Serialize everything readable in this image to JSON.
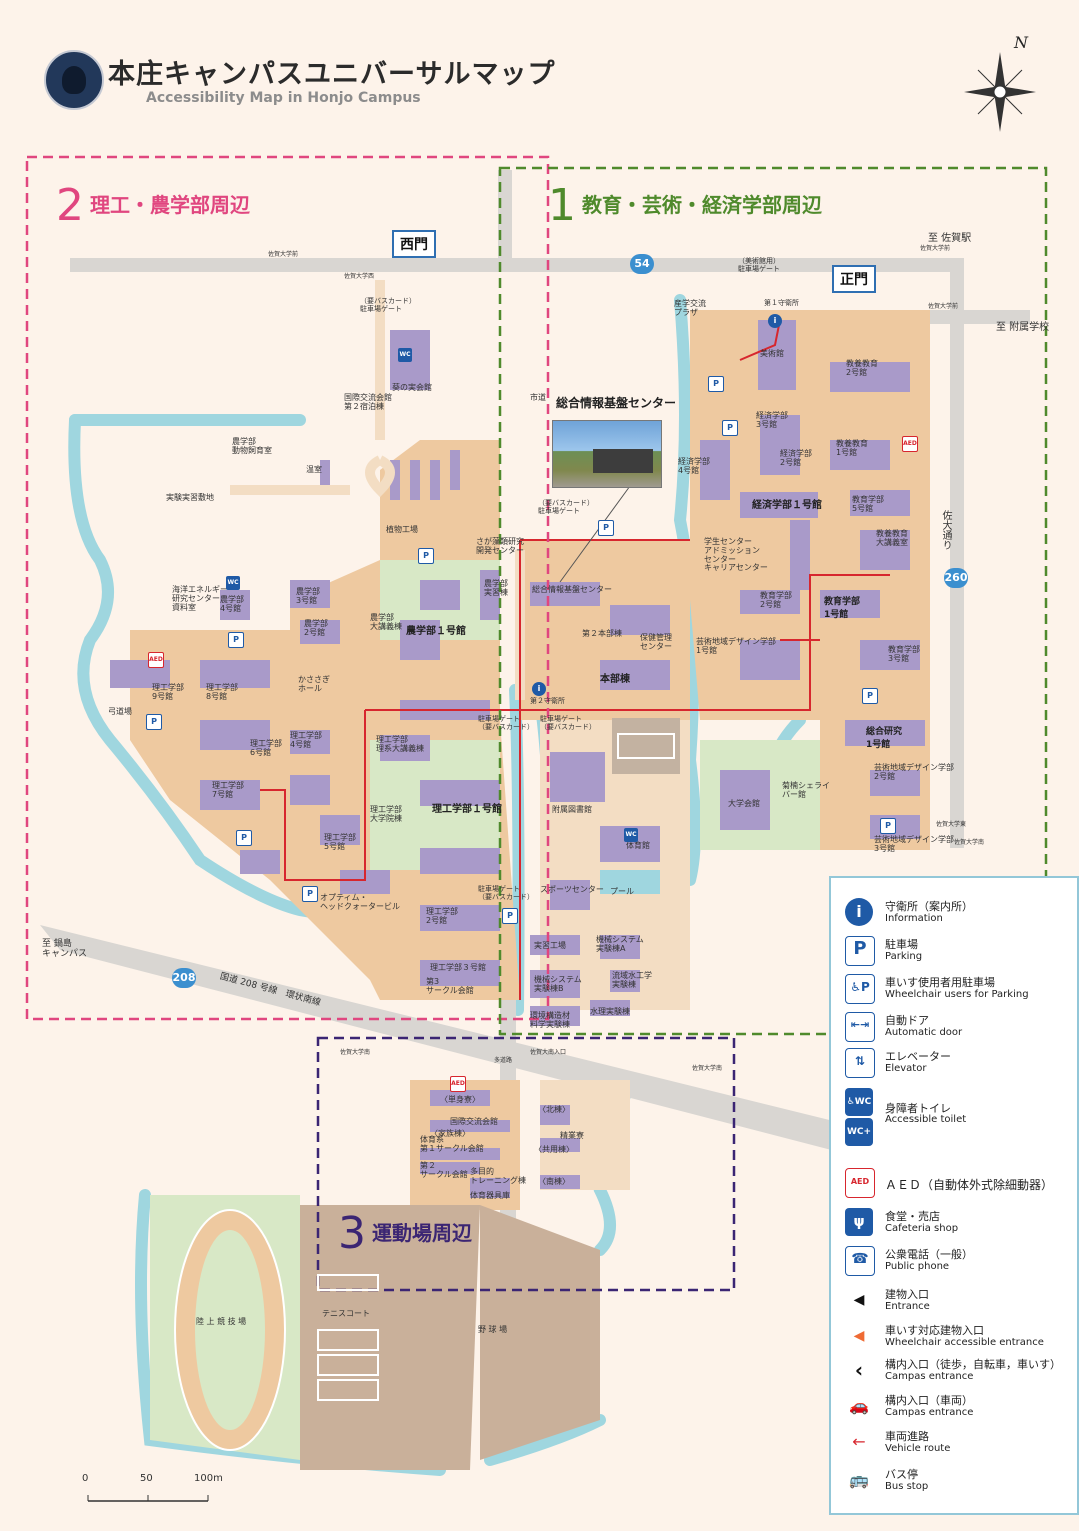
{
  "header": {
    "title_ja": "本庄キャンパスユニバーサルマップ",
    "title_en": "Accessibility Map in Honjo Campus",
    "north": "N"
  },
  "zones": [
    {
      "number": "1",
      "label": "教育・芸術・経済学部周辺",
      "color": "#4f8a2c"
    },
    {
      "number": "2",
      "label": "理工・農学部周辺",
      "color": "#e0467f"
    },
    {
      "number": "3",
      "label": "運動場周辺",
      "color": "#3b2573"
    }
  ],
  "gates": {
    "west": "西門",
    "main": "正門"
  },
  "routes": {
    "r54": "54",
    "r260": "260",
    "r208": "208"
  },
  "photo_caption": "総合情報基盤センター",
  "directions": {
    "saga_station": "至 佐賀駅",
    "fuzoku": "至 附属学校",
    "nabeshima": "至 鍋島\nキャンパス",
    "kokudo": "国道 208 号線　環状南線",
    "sadai_dori": "佐大通り"
  },
  "buildings": [
    {
      "id": "bijutsukan",
      "label": "美術館"
    },
    {
      "id": "sangaku",
      "label": "産学交流\nプラザ"
    },
    {
      "id": "kyoiku2",
      "label": "教養教育\n2号館"
    },
    {
      "id": "keizai3",
      "label": "経済学部\n3号館"
    },
    {
      "id": "keizai2",
      "label": "経済学部\n2号館"
    },
    {
      "id": "keizai4",
      "label": "経済学部\n4号館"
    },
    {
      "id": "keizai1",
      "label": "経済学部１号館"
    },
    {
      "id": "kyoiku1b",
      "label": "教養教育\n1号館"
    },
    {
      "id": "kyoiku5",
      "label": "教育学部\n5号館"
    },
    {
      "id": "gakusei",
      "label": "学生センター\nアドミッション\nセンター\nキャリアセンター"
    },
    {
      "id": "daikougi",
      "label": "教養教育\n大講義室"
    },
    {
      "id": "kyoiku2g",
      "label": "教育学部\n2号館"
    },
    {
      "id": "kyoiku1",
      "label": "教育学部\n1号館"
    },
    {
      "id": "kyoiku3",
      "label": "教育学部\n3号館"
    },
    {
      "id": "geijutsu1",
      "label": "芸術地域デザイン学部\n1号館"
    },
    {
      "id": "honbu",
      "label": "本部棟"
    },
    {
      "id": "hoken",
      "label": "保健管理\nセンター"
    },
    {
      "id": "honbu2",
      "label": "第２本部棟"
    },
    {
      "id": "sogo",
      "label": "総合情報基盤センター"
    },
    {
      "id": "sogokenkyu",
      "label": "総合研究\n1号館"
    },
    {
      "id": "geijutsu2",
      "label": "芸術地域デザイン学部\n2号館"
    },
    {
      "id": "geijutsu3",
      "label": "芸術地域デザイン学部\n3号館"
    },
    {
      "id": "daigakukaikan",
      "label": "大学会館"
    },
    {
      "id": "kikuyo",
      "label": "菊楠シェライ\nバー館"
    },
    {
      "id": "fuzokutoshokan",
      "label": "附属図書館"
    },
    {
      "id": "taiikukan",
      "label": "体育館"
    },
    {
      "id": "pool",
      "label": "プール"
    },
    {
      "id": "sports",
      "label": "スポーツセンター"
    },
    {
      "id": "jisshu",
      "label": "実習工場"
    },
    {
      "id": "kikai_a",
      "label": "機械システム\n実験棟A"
    },
    {
      "id": "kikai_b",
      "label": "機械システム\n実験棟B"
    },
    {
      "id": "ryuiki",
      "label": "流域水工学\n実験棟"
    },
    {
      "id": "suiri",
      "label": "水理実験棟"
    },
    {
      "id": "kankyo",
      "label": "環境構造材\n料学実験棟"
    },
    {
      "id": "nougaku1",
      "label": "農学部１号館"
    },
    {
      "id": "nougaku_dk",
      "label": "農学部\n大講義棟"
    },
    {
      "id": "nougaku3",
      "label": "農学部\n3号館"
    },
    {
      "id": "nougaku4",
      "label": "農学部\n4号館"
    },
    {
      "id": "nougaku2",
      "label": "農学部\n2号館"
    },
    {
      "id": "nougaku_jisshu",
      "label": "農学部\n実習棟"
    },
    {
      "id": "doubutsu",
      "label": "農学部\n動物飼育室"
    },
    {
      "id": "onshitsu",
      "label": "温室"
    },
    {
      "id": "jikken",
      "label": "実験実習敷地"
    },
    {
      "id": "shokubutsu",
      "label": "植物工場"
    },
    {
      "id": "saga_sakura",
      "label": "さが藻類研究\n開発センター"
    },
    {
      "id": "kaiyo",
      "label": "海洋エネルギー\n研究センター\n資料室"
    },
    {
      "id": "kasasagi",
      "label": "かささぎ\nホール"
    },
    {
      "id": "riko1",
      "label": "理工学部１号館"
    },
    {
      "id": "riko2",
      "label": "理工学部\n2号館"
    },
    {
      "id": "riko3",
      "label": "理工学部３号館"
    },
    {
      "id": "riko4",
      "label": "理工学部\n4号館"
    },
    {
      "id": "riko5",
      "label": "理工学部\n5号館"
    },
    {
      "id": "riko6",
      "label": "理工学部\n6号館"
    },
    {
      "id": "riko7",
      "label": "理工学部\n7号館"
    },
    {
      "id": "riko8",
      "label": "理工学部\n8号館"
    },
    {
      "id": "riko9",
      "label": "理工学部\n9号館"
    },
    {
      "id": "riko_daikougi",
      "label": "理工学部\n理系大講義棟"
    },
    {
      "id": "riko_daigakuin",
      "label": "理工学部\n大学院棟"
    },
    {
      "id": "yumi",
      "label": "弓道場"
    },
    {
      "id": "optima",
      "label": "オプティム・\nヘッドクォータービル"
    },
    {
      "id": "circle3",
      "label": "第3\nサークル会館"
    },
    {
      "id": "kokusai2",
      "label": "国際交流会館\n第２宿泊棟"
    },
    {
      "id": "aoi",
      "label": "葵の実会館"
    },
    {
      "id": "shijo",
      "label": "市道"
    },
    {
      "id": "rikujo",
      "label": "陸 上 競 技 場"
    },
    {
      "id": "tennis",
      "label": "テニスコート"
    },
    {
      "id": "yakyu",
      "label": "野 球 場"
    },
    {
      "id": "kokusai_kaikan",
      "label": "国際交流会館"
    },
    {
      "id": "circle1",
      "label": "体育系\n第１サークル会館"
    },
    {
      "id": "circle2",
      "label": "第２\nサークル会館"
    },
    {
      "id": "tamokuteki",
      "label": "多目的\nトレーニング棟"
    },
    {
      "id": "taiiku_kiguko",
      "label": "体育器具庫"
    },
    {
      "id": "shoyo",
      "label": "〈北棟〉"
    },
    {
      "id": "seiryo",
      "label": "精業寮"
    },
    {
      "id": "kyoyo",
      "label": "〈共用棟〉"
    },
    {
      "id": "nanto",
      "label": "〈南棟〉"
    },
    {
      "id": "fuminto",
      "label": "〈単身寮〉"
    },
    {
      "id": "kazokuto",
      "label": "〈家族棟〉"
    }
  ],
  "small_labels": [
    {
      "id": "shueisho1",
      "label": "第１守衛所"
    },
    {
      "id": "shueisho2",
      "label": "第２守衛所"
    },
    {
      "id": "art_gate",
      "label": "（美術館用）\n駐車場ゲート"
    },
    {
      "id": "west_gate_parking",
      "label": "（要バスカード）\n駐車場ゲート"
    },
    {
      "id": "gate2",
      "label": "（要バスカード）\n駐車場ゲート"
    },
    {
      "id": "gate3",
      "label": "駐車場ゲート\n（要バスカード）"
    },
    {
      "id": "gate4",
      "label": "駐車場ゲート\n（要バスカード）"
    },
    {
      "id": "gate5",
      "label": "駐車場ゲート\n（要バスカード）"
    },
    {
      "id": "bus_west",
      "label": "佐賀大学西"
    },
    {
      "id": "bus_kita",
      "label": "佐賀大学前"
    },
    {
      "id": "bus_higashi",
      "label": "佐賀大学前"
    },
    {
      "id": "bus_higashi2",
      "label": "佐賀大学東"
    },
    {
      "id": "bus_minami",
      "label": "佐賀大学南"
    },
    {
      "id": "bus_minami2",
      "label": "佐賀大学南"
    },
    {
      "id": "bus_iriguchi",
      "label": "佐賀大南入口"
    },
    {
      "id": "bus_minami3",
      "label": "佐賀大学南"
    },
    {
      "id": "bus_tajishi",
      "label": "佐賀大学前"
    },
    {
      "id": "tadoshi",
      "label": "多道路"
    }
  ],
  "legend": [
    {
      "icon": "info-icon",
      "ja": "守衛所（案内所）",
      "en": "Information"
    },
    {
      "icon": "parking-icon",
      "ja": "駐車場",
      "en": "Parking"
    },
    {
      "icon": "wheelchair-parking-icon",
      "ja": "車いす使用者用駐車場",
      "en": "Wheelchair users for Parking"
    },
    {
      "icon": "automatic-door-icon",
      "ja": "自動ドア",
      "en": "Automatic door"
    },
    {
      "icon": "elevator-icon",
      "ja": "エレベーター",
      "en": "Elevator"
    },
    {
      "icon": "accessible-toilet-icon",
      "ja": "身障者トイレ",
      "en": "Accessible  toilet"
    },
    {
      "icon": "aed-icon",
      "ja": "ＡＥＤ（自動体外式除細動器）",
      "en": ""
    },
    {
      "icon": "cafeteria-icon",
      "ja": "食堂・売店",
      "en": "Cafeteria shop"
    },
    {
      "icon": "public-phone-icon",
      "ja": "公衆電話（一般）",
      "en": "Public phone"
    },
    {
      "icon": "entrance-icon",
      "ja": "建物入口",
      "en": "Entrance"
    },
    {
      "icon": "wheelchair-entrance-icon",
      "ja": "車いす対応建物入口",
      "en": "Wheelchair accessible entrance"
    },
    {
      "icon": "campus-entrance-icon",
      "ja": "構内入口（徒歩，自転車，車いす）",
      "en": "Campas entrance"
    },
    {
      "icon": "car-entrance-icon",
      "ja": "構内入口（車両）",
      "en": "Campas entrance"
    },
    {
      "icon": "vehicle-route-icon",
      "ja": "車両進路",
      "en": "Vehicle route"
    },
    {
      "icon": "bus-stop-icon",
      "ja": "バス停",
      "en": "Bus stop"
    }
  ],
  "scale": {
    "ticks": [
      "0",
      "50",
      "100m"
    ]
  },
  "colors": {
    "background": "#fdf3ea",
    "campus": "#eec9a0",
    "building": "#a99ac9",
    "green": "#d8e8c6",
    "water": "#9fd6df",
    "road": "#d9d6d2",
    "vehicle_route": "#d7262e",
    "icon_blue": "#1f5aa6",
    "aed_red": "#d7262e"
  }
}
